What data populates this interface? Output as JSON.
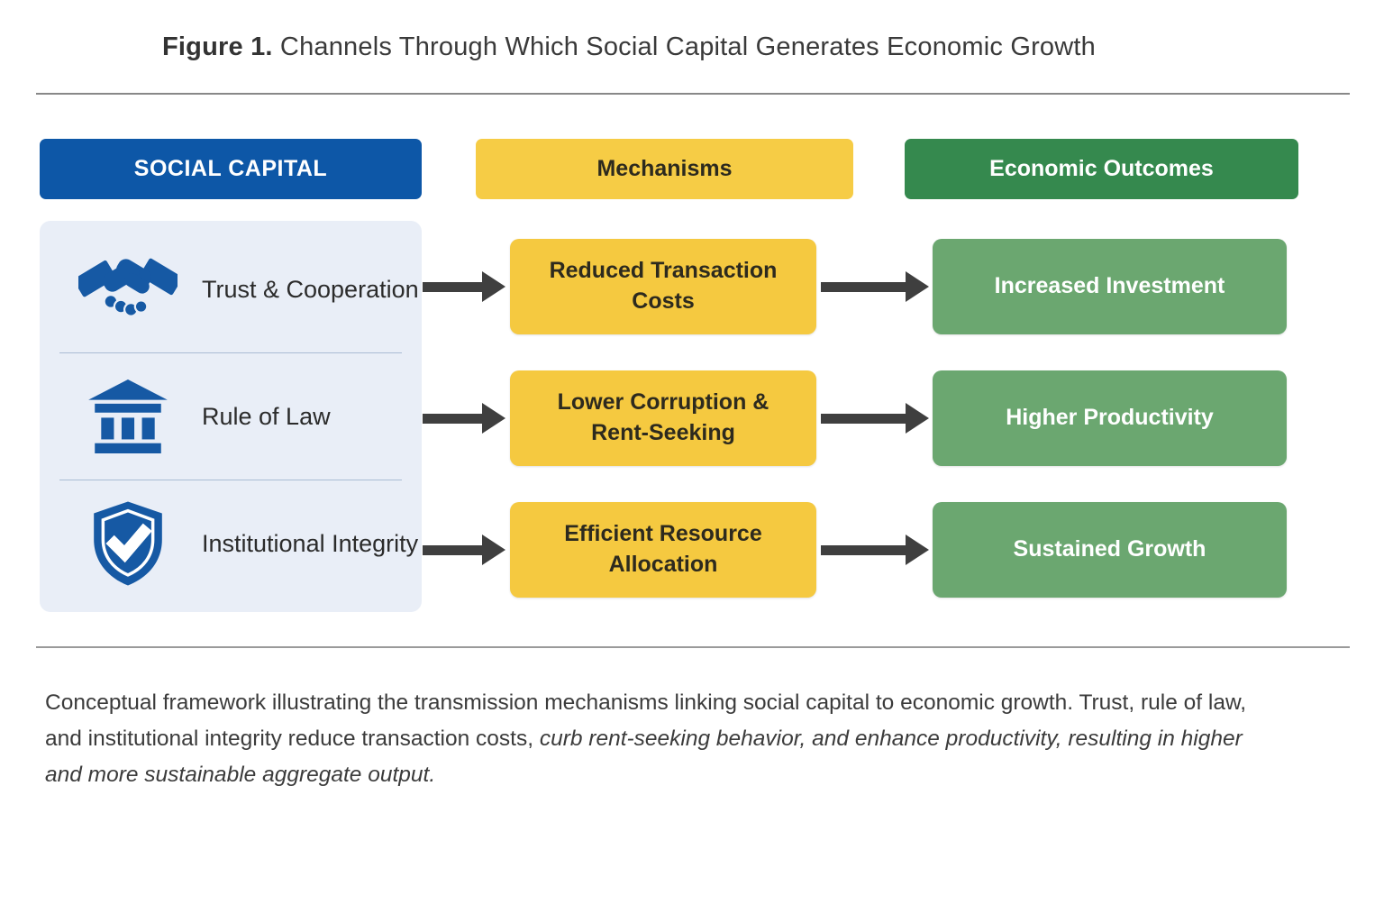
{
  "title": {
    "prefix": "Figure 1.",
    "rest": " Channels Through Which Social Capital Generates Economic Growth"
  },
  "columns": {
    "social_capital": {
      "header": "SOCIAL CAPITAL",
      "items": [
        {
          "icon": "handshake-icon",
          "label": "Trust & Cooperation"
        },
        {
          "icon": "bank-icon",
          "label": "Rule of Law"
        },
        {
          "icon": "shield-check-icon",
          "label": "Institutional Integrity"
        }
      ]
    },
    "mechanisms": {
      "header": "Mechanisms",
      "items": [
        {
          "label": "Reduced Transaction Costs"
        },
        {
          "label": "Lower Corruption & Rent-Seeking"
        },
        {
          "label": "Efficient Resource Allocation"
        }
      ]
    },
    "economic_outcomes": {
      "header": "Economic Outcomes",
      "items": [
        {
          "label": "Increased Investment"
        },
        {
          "label": "Higher Productivity"
        },
        {
          "label": "Sustained Growth"
        }
      ]
    }
  },
  "caption": {
    "normal": "Conceptual framework illustrating the transmission mechanisms linking social capital to economic growth. Trust, rule of law, and institutional integrity reduce transaction costs, ",
    "italic": "curb rent-seeking behavior, and enhance productivity, resulting in higher and more sustainable aggregate output."
  },
  "colors": {
    "blue": "#0d57a7",
    "icon-blue": "#1659a4",
    "panel-bg": "#e9eef7",
    "yellow": "#f6cc45",
    "green-dark": "#35894e",
    "green-light": "#6ba770",
    "arrow": "#3f3f3f"
  }
}
